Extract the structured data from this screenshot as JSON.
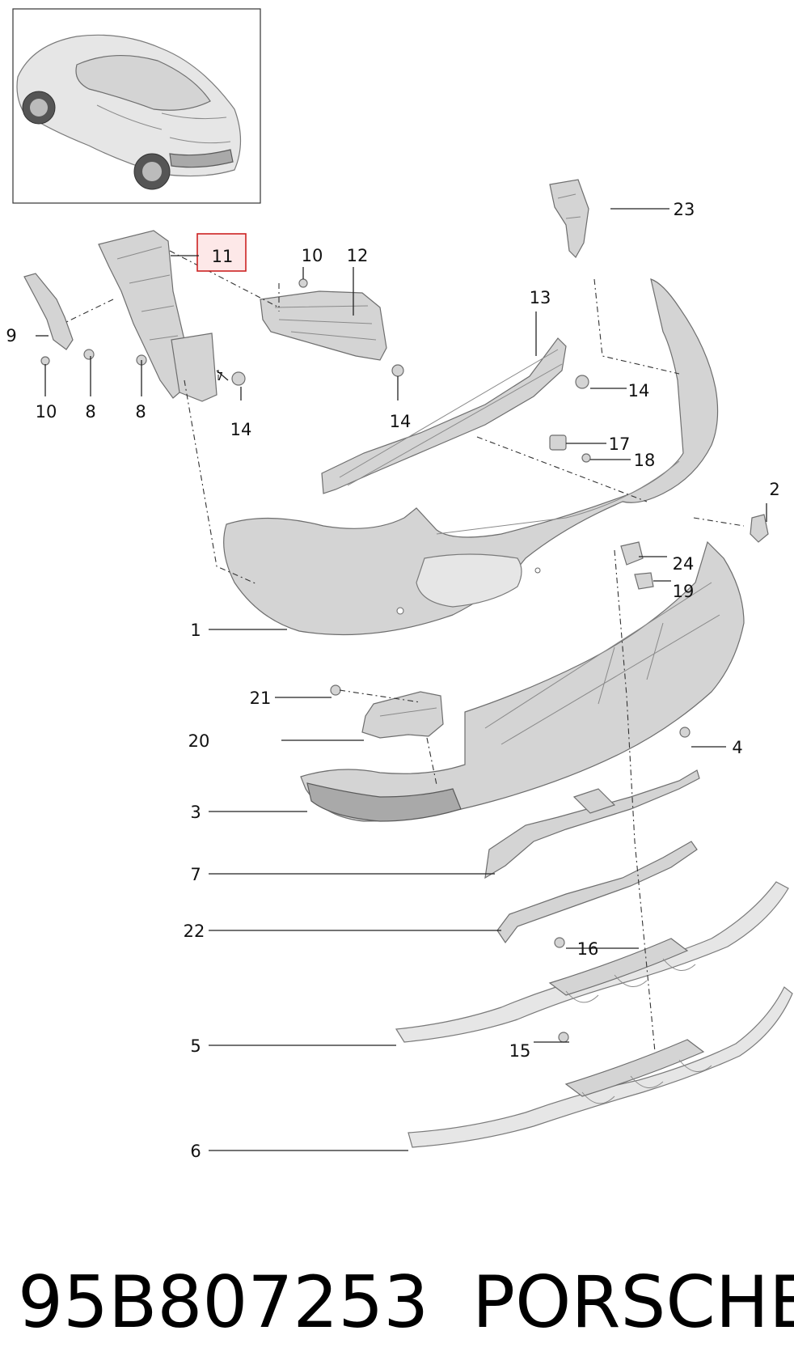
{
  "footer": {
    "part_number": "95B807253",
    "brand": "PORSCHE"
  },
  "highlight_color": "#cc2222",
  "callouts": [
    {
      "id": "c1",
      "label": "1"
    },
    {
      "id": "c2",
      "label": "2"
    },
    {
      "id": "c3",
      "label": "3"
    },
    {
      "id": "c4",
      "label": "4"
    },
    {
      "id": "c5",
      "label": "5"
    },
    {
      "id": "c6",
      "label": "6"
    },
    {
      "id": "c7",
      "label": "7"
    },
    {
      "id": "c7b",
      "label": "7"
    },
    {
      "id": "c8a",
      "label": "8"
    },
    {
      "id": "c8b",
      "label": "8"
    },
    {
      "id": "c9",
      "label": "9"
    },
    {
      "id": "c10a",
      "label": "10"
    },
    {
      "id": "c10b",
      "label": "10"
    },
    {
      "id": "c11",
      "label": "11"
    },
    {
      "id": "c12",
      "label": "12"
    },
    {
      "id": "c13",
      "label": "13"
    },
    {
      "id": "c14a",
      "label": "14"
    },
    {
      "id": "c14b",
      "label": "14"
    },
    {
      "id": "c14c",
      "label": "14"
    },
    {
      "id": "c15",
      "label": "15"
    },
    {
      "id": "c16",
      "label": "16"
    },
    {
      "id": "c17",
      "label": "17"
    },
    {
      "id": "c18",
      "label": "18"
    },
    {
      "id": "c19",
      "label": "19"
    },
    {
      "id": "c20",
      "label": "20"
    },
    {
      "id": "c21",
      "label": "21"
    },
    {
      "id": "c22",
      "label": "22"
    },
    {
      "id": "c23",
      "label": "23"
    },
    {
      "id": "c24",
      "label": "24"
    }
  ]
}
